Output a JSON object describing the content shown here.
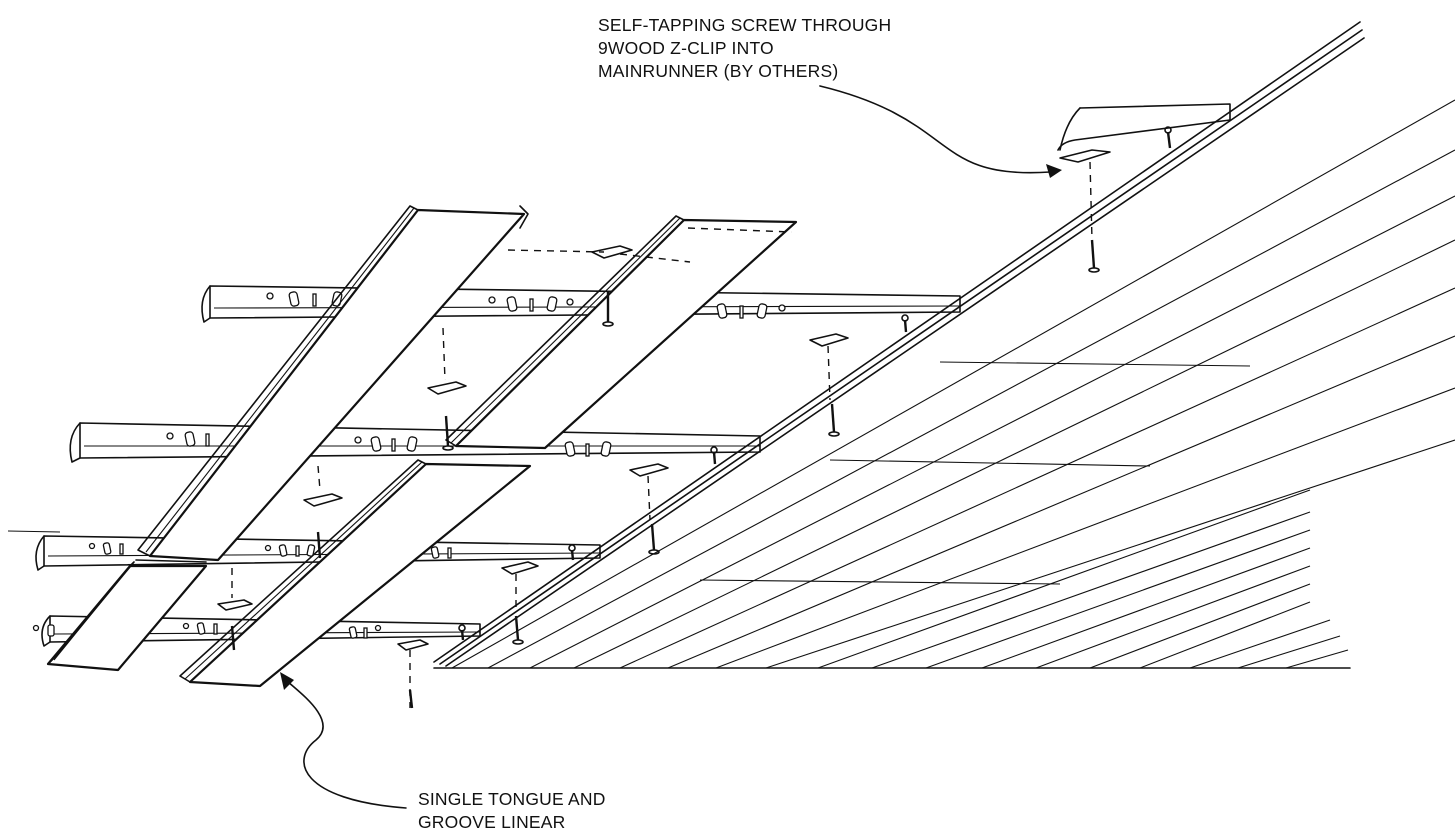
{
  "callouts": {
    "screw": {
      "line1": "SELF-TAPPING SCREW THROUGH",
      "line2": "9WOOD Z-CLIP INTO",
      "line3": "MAINRUNNER (BY OTHERS)"
    },
    "plank": {
      "line1": "SINGLE TONGUE AND",
      "line2": "GROOVE LINEAR"
    }
  },
  "colors": {
    "ink": "#111111",
    "paper": "#ffffff"
  }
}
